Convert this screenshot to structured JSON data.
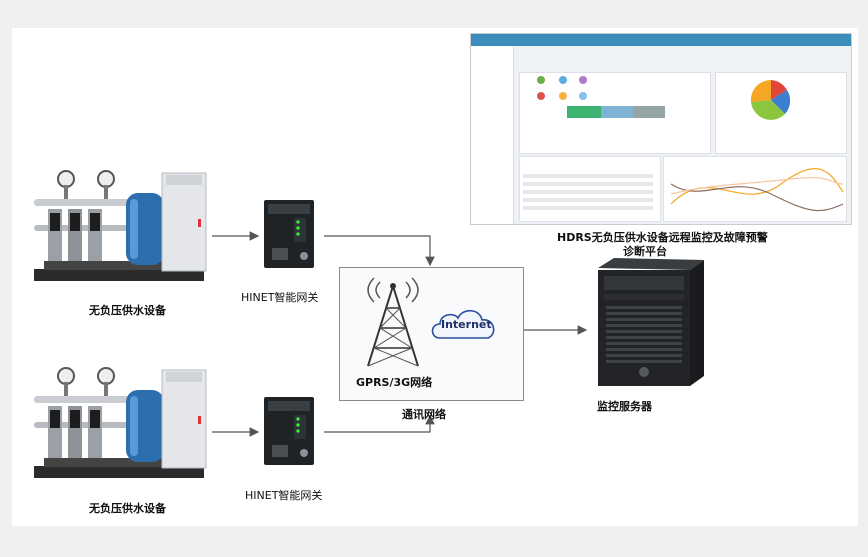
{
  "diagram": {
    "labels": {
      "equipment_top": "无负压供水设备",
      "equipment_bottom": "无负压供水设备",
      "gateway_top": "HINET智能网关",
      "gateway_bottom": "HINET智能网关",
      "internet": "Internet",
      "gprs": "GPRS/3G网络",
      "network": "通讯网络",
      "server": "监控服务器",
      "platform_line1": "HDRS无负压供水设备远程监控及故障预警",
      "platform_line2": "诊断平台"
    }
  },
  "colors": {
    "arrow": "#555555",
    "dash_header": "#3c8dbc",
    "tank_blue": "#2d6fae",
    "pie_blue": "#3a7fd0",
    "pie_red": "#e2463a",
    "pie_green": "#8cc63f",
    "pie_orange": "#f5a623",
    "cloud_blue": "#2a4e9b"
  },
  "icons": {
    "equipment": "pump-station-icon",
    "gateway": "gateway-icon",
    "tower": "radio-tower-icon",
    "cloud": "cloud-icon",
    "server": "server-tower-icon"
  }
}
